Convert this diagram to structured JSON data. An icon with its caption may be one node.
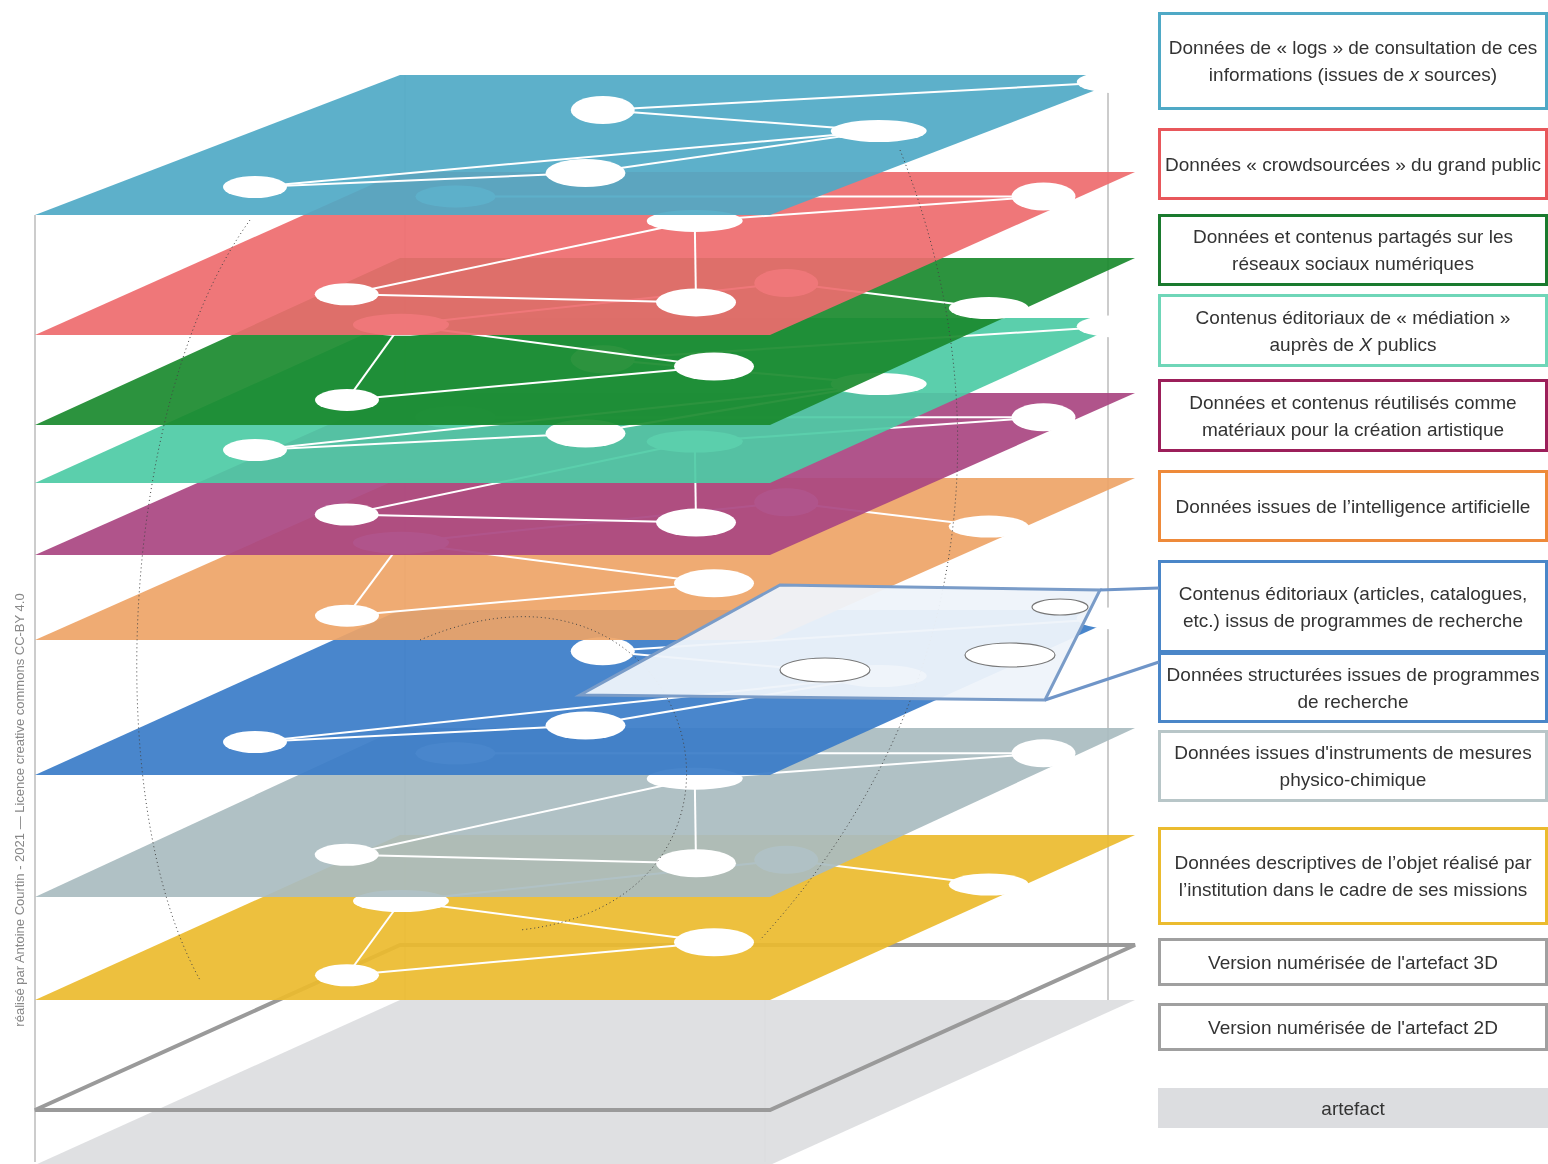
{
  "diagram": {
    "nodes": [
      {
        "text": [
          "Données de « logs » de consultation de ces informations (issues de *x* sources)"
        ]
      },
      {
        "text": [
          "Données « crowdsourcées » du grand public"
        ]
      },
      {
        "text": [
          "Données et contenus partagés sur les réseaux sociaux numériques"
        ]
      },
      {
        "text": [
          "Contenus éditoriaux de « médiation » auprès de *X* publics"
        ]
      },
      {
        "text": [
          "Données et contenus réutilisés comme matériaux pour la création artistique"
        ]
      },
      {
        "text": [
          "Données issues de l’intelligence artificielle"
        ]
      },
      {
        "text": [
          "Contenus éditoriaux (articles, catalogues, etc.) issus de programmes de recherche"
        ]
      },
      {
        "text": [
          "Données structurées issues de programmes de recherche"
        ]
      },
      {
        "text": [
          "Données issues d'instruments de mesures physico-chimique"
        ]
      },
      {
        "text": [
          "Données descriptives de l’objet réalisé par l’institution dans le cadre de ses missions"
        ]
      },
      {
        "text": [
          "Version numérisée de l'artefact 3D"
        ]
      },
      {
        "text": [
          "Version numérisée de l'artefact 2D"
        ]
      },
      {
        "text": [
          "artefact"
        ]
      },
      {
        "text": [],
        "shape": "box"
      }
    ],
    "edges": [
      {
        "from": 6,
        "to": 13,
        "arrow": "none"
      },
      {
        "from": 7,
        "to": 13,
        "arrow": "none"
      }
    ],
    "labels": [
      "réalisé par Antoine Courtin - 2021 — Licence creative commons CC-BY 4.0"
    ]
  }
}
